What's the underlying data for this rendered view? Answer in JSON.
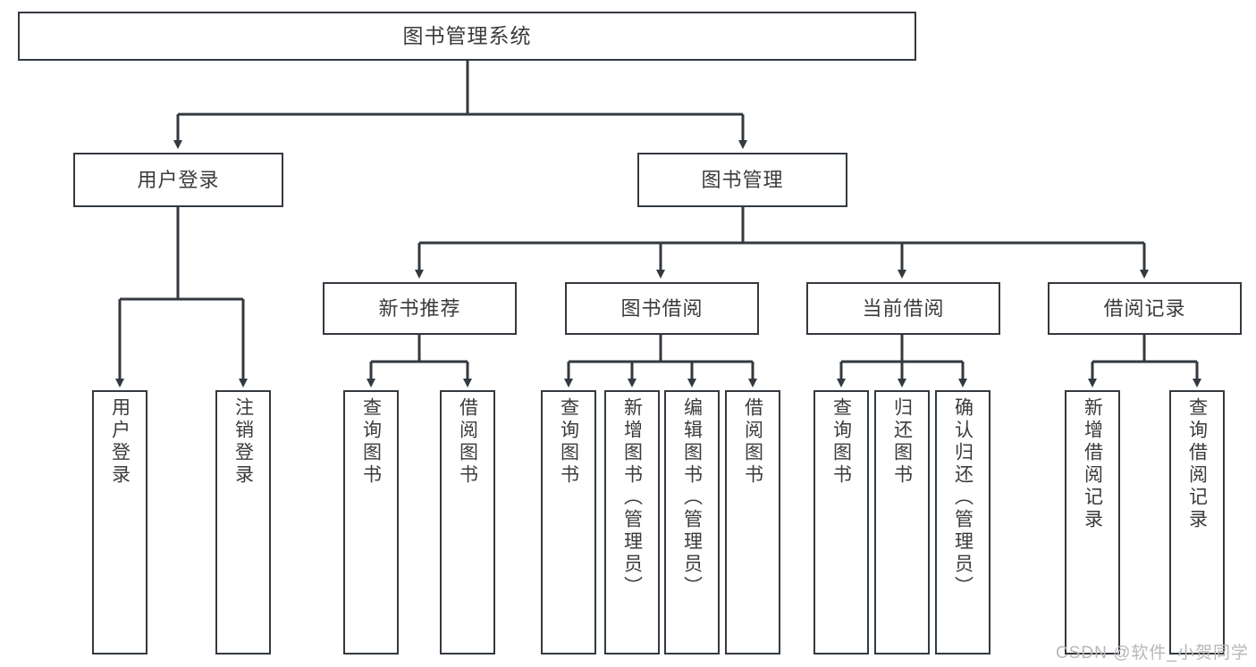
{
  "diagram": {
    "title_node": {
      "label": "图书管理系统"
    },
    "level2": [
      {
        "label": "用户登录"
      },
      {
        "label": "图书管理"
      }
    ],
    "level3": [
      {
        "label": "新书推荐"
      },
      {
        "label": "图书借阅"
      },
      {
        "label": "当前借阅"
      },
      {
        "label": "借阅记录"
      }
    ],
    "leaves": {
      "user_login": [
        {
          "label": "用户登录"
        },
        {
          "label": "注销登录"
        }
      ],
      "new_book_recommend": [
        {
          "label": "查询图书"
        },
        {
          "label": "借阅图书"
        }
      ],
      "book_borrow": [
        {
          "label": "查询图书"
        },
        {
          "label": "新增图书（管理员）"
        },
        {
          "label": "编辑图书（管理员）"
        },
        {
          "label": "借阅图书"
        }
      ],
      "current_borrow": [
        {
          "label": "查询图书"
        },
        {
          "label": "归还图书"
        },
        {
          "label": "确认归还（管理员）"
        }
      ],
      "borrow_record": [
        {
          "label": "新增借阅记录"
        },
        {
          "label": "查询借阅记录"
        }
      ]
    }
  },
  "watermark": {
    "text": "CSDN @软件_小贺同学"
  },
  "colors": {
    "stroke": "#33393f",
    "text": "#3b3b3b",
    "background": "#ffffff",
    "watermark": "#b7b7b7"
  }
}
